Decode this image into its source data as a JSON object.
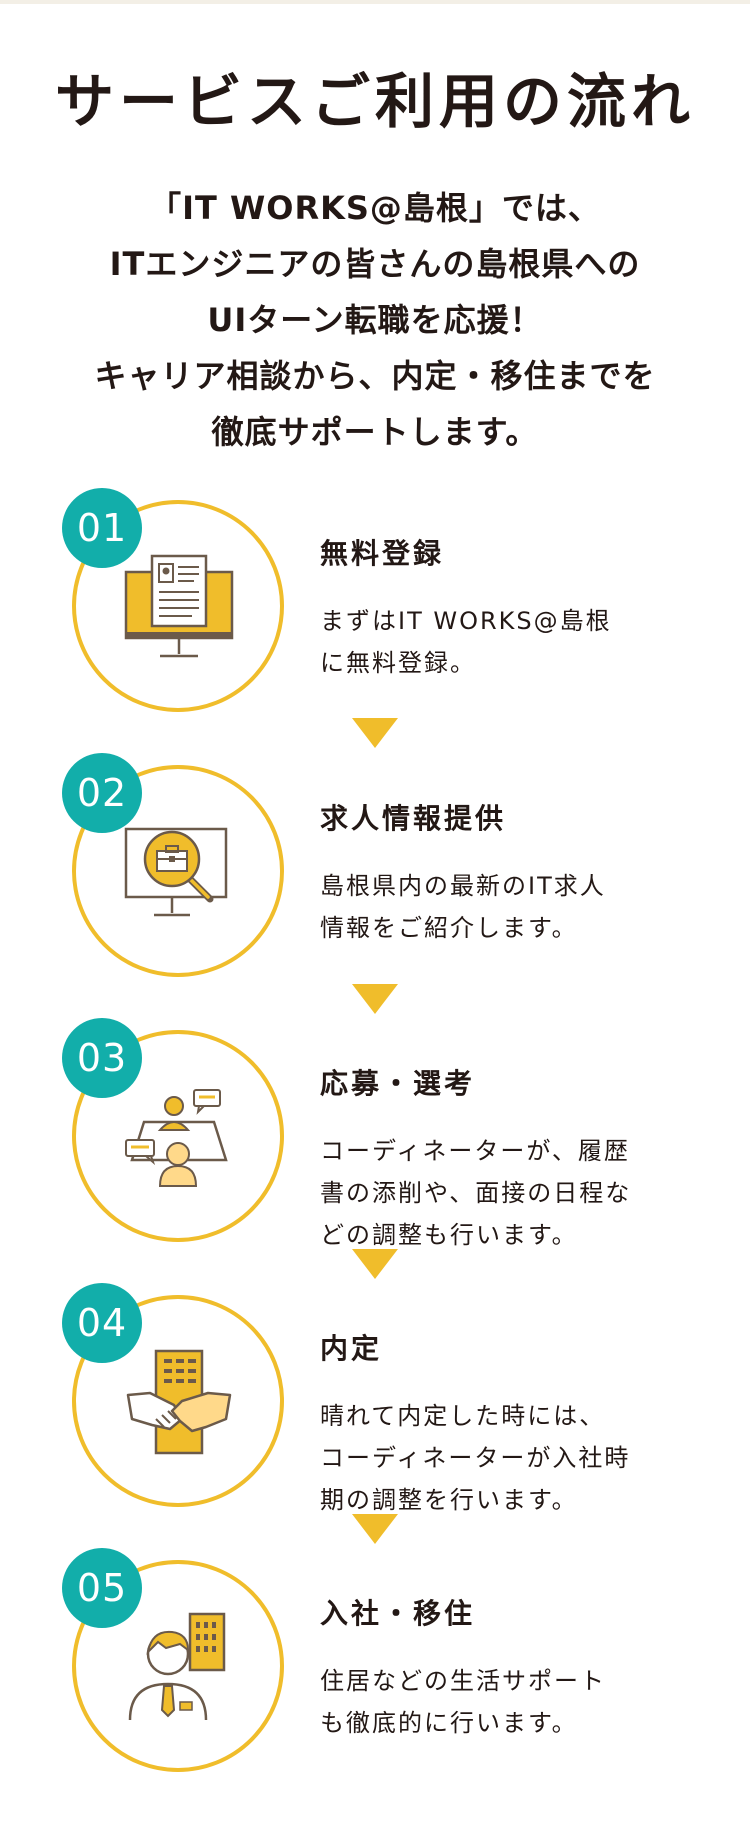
{
  "title": "サービスご利用の流れ",
  "intro": [
    "「IT WORKS@島根」では、",
    "ITエンジニアの皆さんの島根県への",
    "UIターン転職を応援！",
    "キャリア相談から、内定・移住までを",
    "徹底サポートします。"
  ],
  "colors": {
    "accent": "#f0bd2b",
    "badge": "#12aeaa",
    "text": "#231815"
  },
  "steps": [
    {
      "number": "01",
      "title": "無料登録",
      "icon": "resume-monitor-icon",
      "description": [
        "まずはIT WORKS@島根",
        "に無料登録。"
      ]
    },
    {
      "number": "02",
      "title": "求人情報提供",
      "icon": "job-search-monitor-icon",
      "description": [
        "島根県内の最新のIT求人",
        "情報をご紹介します。"
      ]
    },
    {
      "number": "03",
      "title": "応募・選考",
      "icon": "interview-icon",
      "description": [
        "コーディネーターが、履歴",
        "書の添削や、面接の日程な",
        "どの調整も行います。"
      ]
    },
    {
      "number": "04",
      "title": "内定",
      "icon": "handshake-icon",
      "description": [
        "晴れて内定した時には、",
        "コーディネーターが入社時",
        "期の調整を行います。"
      ]
    },
    {
      "number": "05",
      "title": "入社・移住",
      "icon": "new-employee-icon",
      "description": [
        "住居などの生活サポート",
        "も徹底的に行います。"
      ]
    }
  ]
}
